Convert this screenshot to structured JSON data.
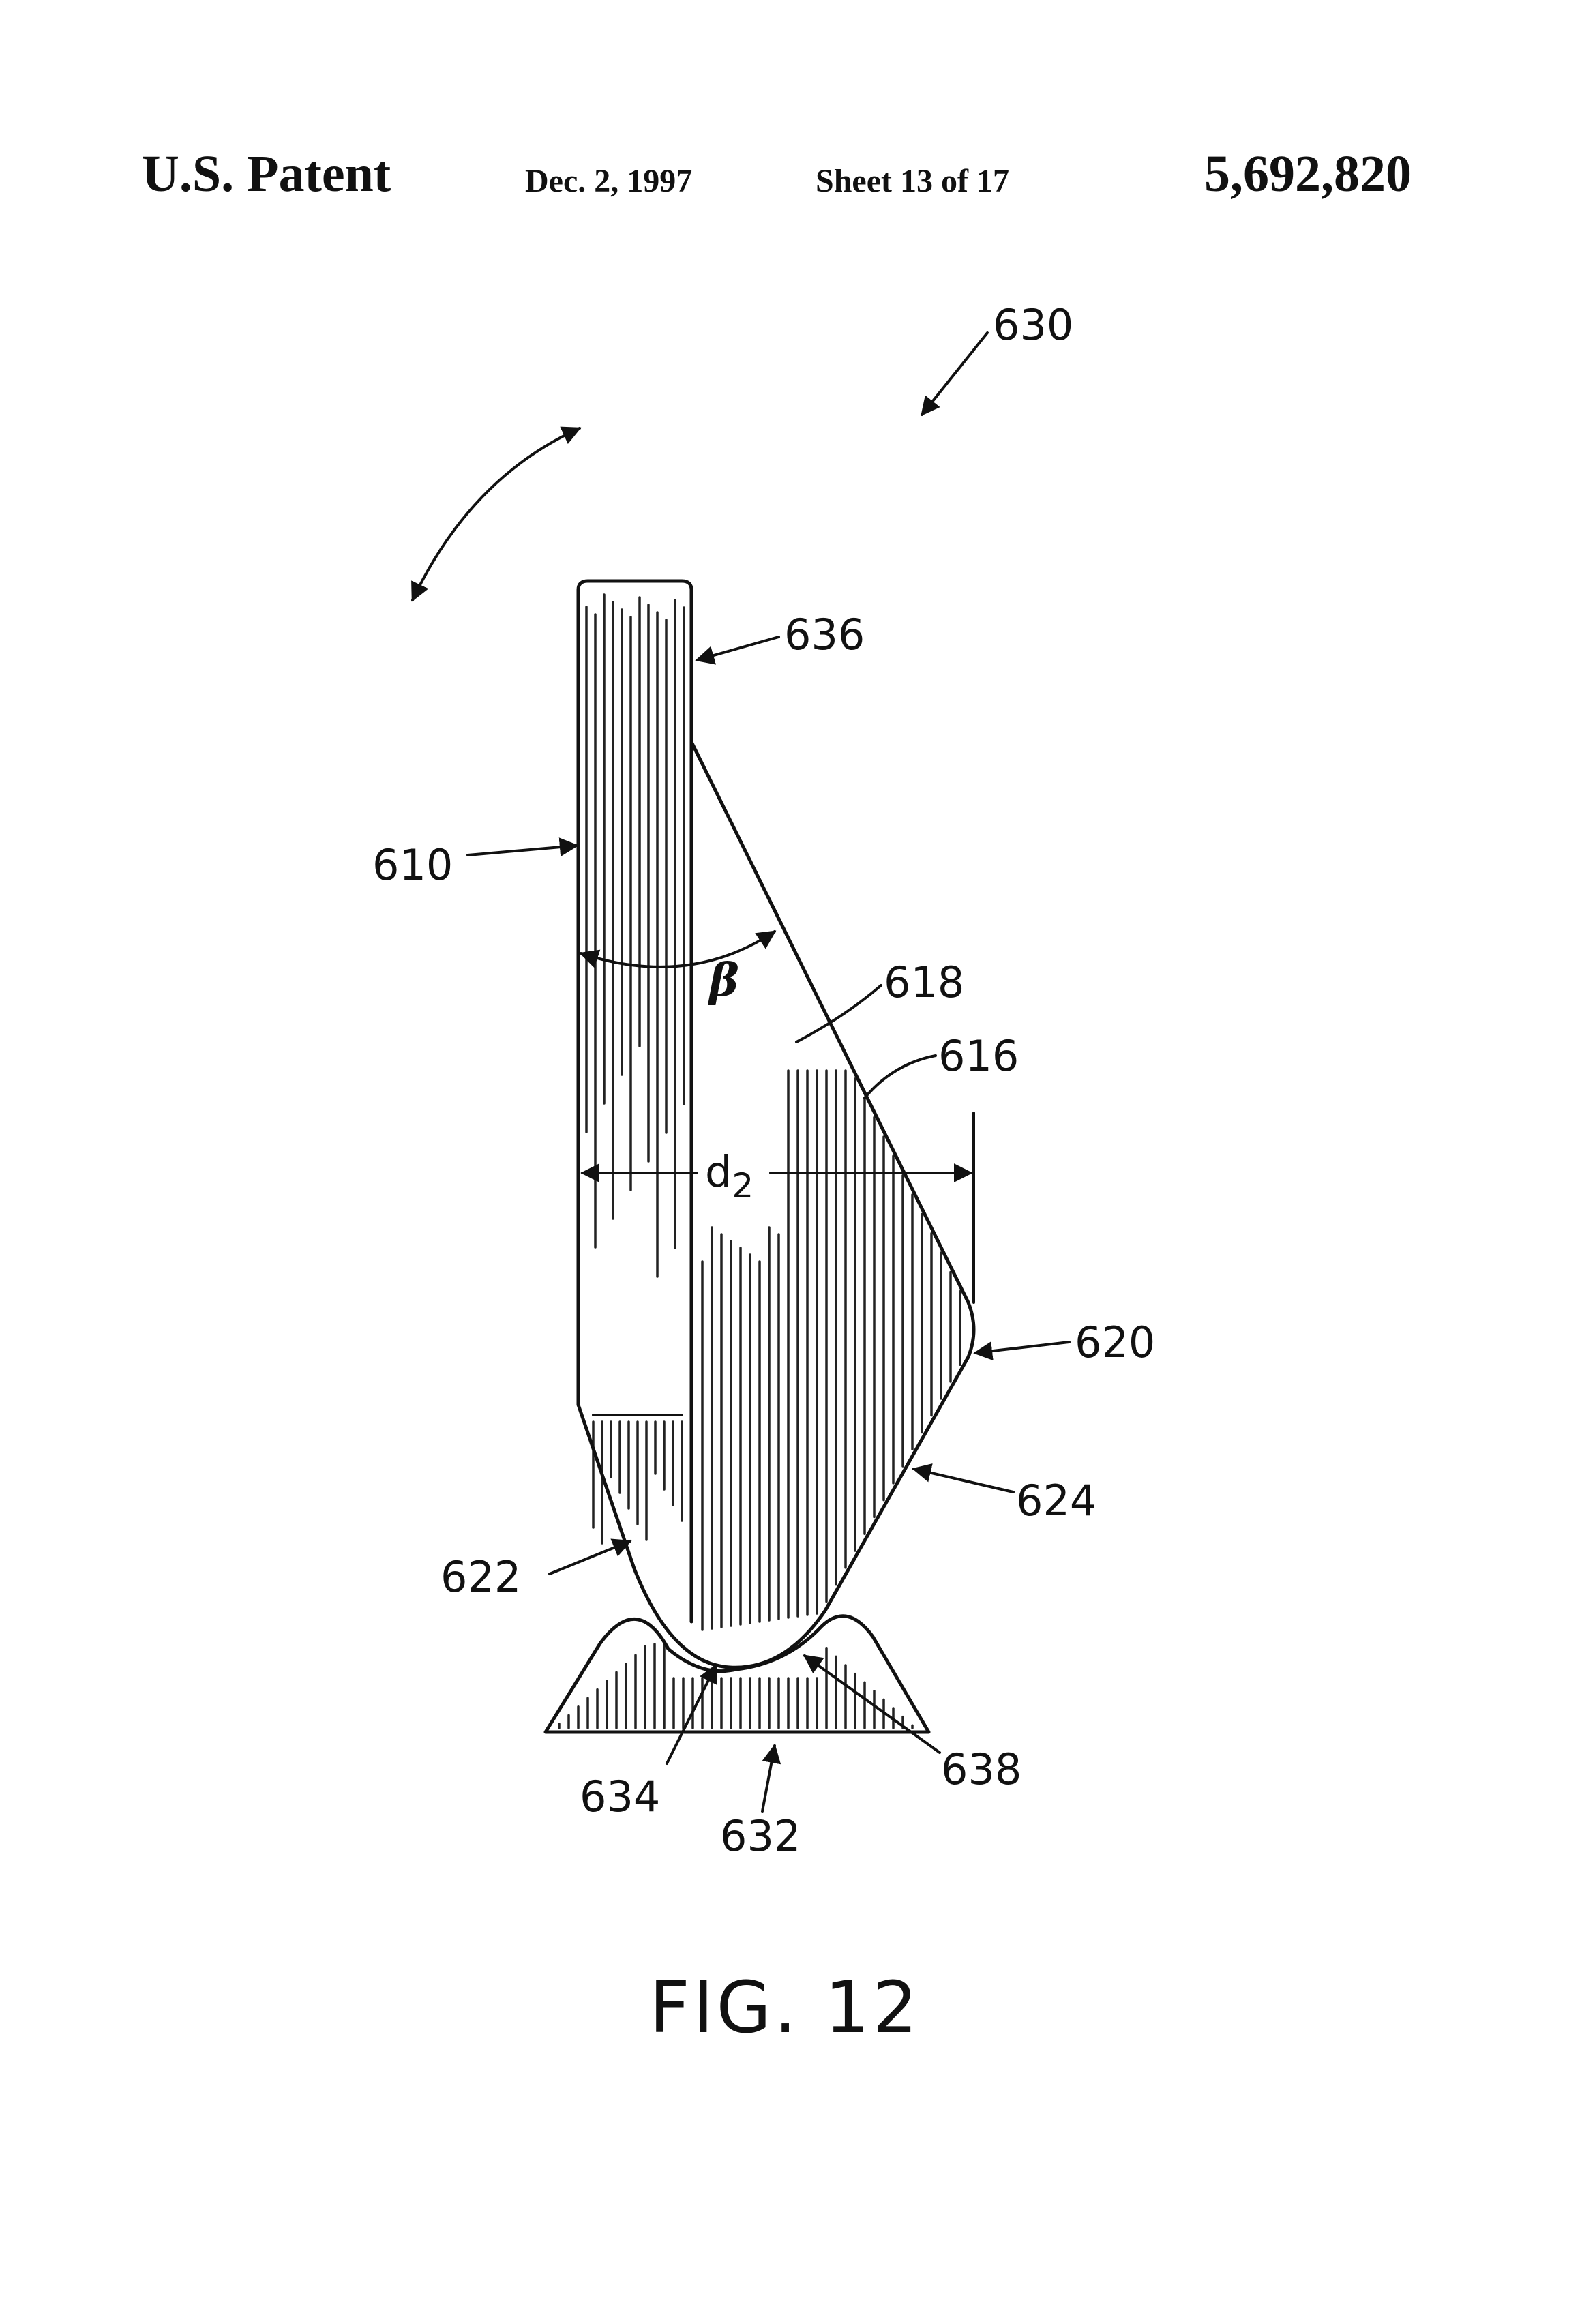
{
  "header": {
    "patent_label": "U.S. Patent",
    "date": "Dec. 2, 1997",
    "sheet": "Sheet 13 of 17",
    "patent_number": "5,692,820"
  },
  "figure": {
    "caption": "FIG. 12",
    "reference_labels": {
      "r630": "630",
      "r636": "636",
      "r610": "610",
      "r618": "618",
      "r616": "616",
      "r620": "620",
      "r624": "624",
      "r622": "622",
      "r638": "638",
      "r634": "634",
      "r632": "632"
    },
    "angle_label": "β",
    "dimension_label": "d",
    "dimension_subscript": "2"
  }
}
